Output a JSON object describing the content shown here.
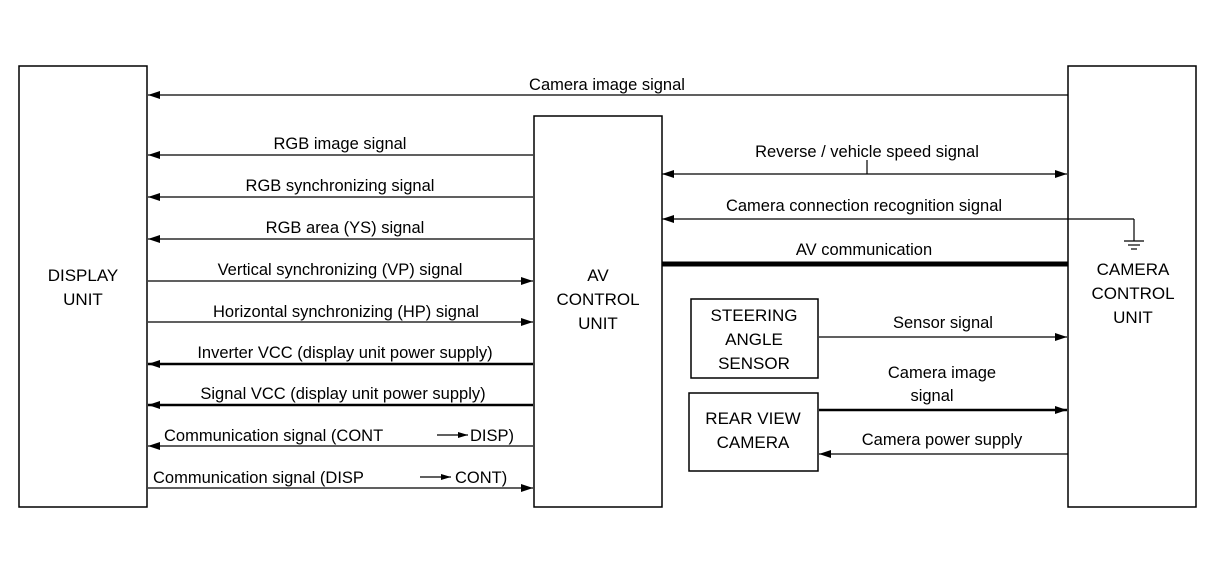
{
  "blocks": {
    "display_unit": [
      "DISPLAY",
      "UNIT"
    ],
    "av_control_unit": [
      "AV",
      "CONTROL",
      "UNIT"
    ],
    "camera_control_unit": [
      "CAMERA",
      "CONTROL",
      "UNIT"
    ],
    "steering_angle_sensor": [
      "STEERING",
      "ANGLE",
      "SENSOR"
    ],
    "rear_view_camera": [
      "REAR VIEW",
      "CAMERA"
    ]
  },
  "signals": {
    "camera_image_top": "Camera image signal",
    "rgb_image": "RGB image signal",
    "rgb_sync": "RGB synchronizing signal",
    "rgb_area": "RGB area (YS) signal",
    "vertical_sync": "Vertical synchronizing (VP) signal",
    "horizontal_sync": "Horizontal synchronizing (HP) signal",
    "inverter_vcc": "Inverter VCC (display unit power supply)",
    "signal_vcc": "Signal VCC (display unit power supply)",
    "comm_cont_disp": "Communication signal (CONT",
    "comm_cont_disp_end": "DISP)",
    "comm_disp_cont": "Communication signal (DISP",
    "comm_disp_cont_end": "CONT)",
    "reverse_speed": "Reverse / vehicle speed signal",
    "camera_connection": "Camera connection recognition signal",
    "av_communication": "AV communication",
    "sensor_signal": "Sensor signal",
    "camera_image_lines": [
      "Camera image",
      "signal"
    ],
    "camera_power": "Camera power supply"
  }
}
